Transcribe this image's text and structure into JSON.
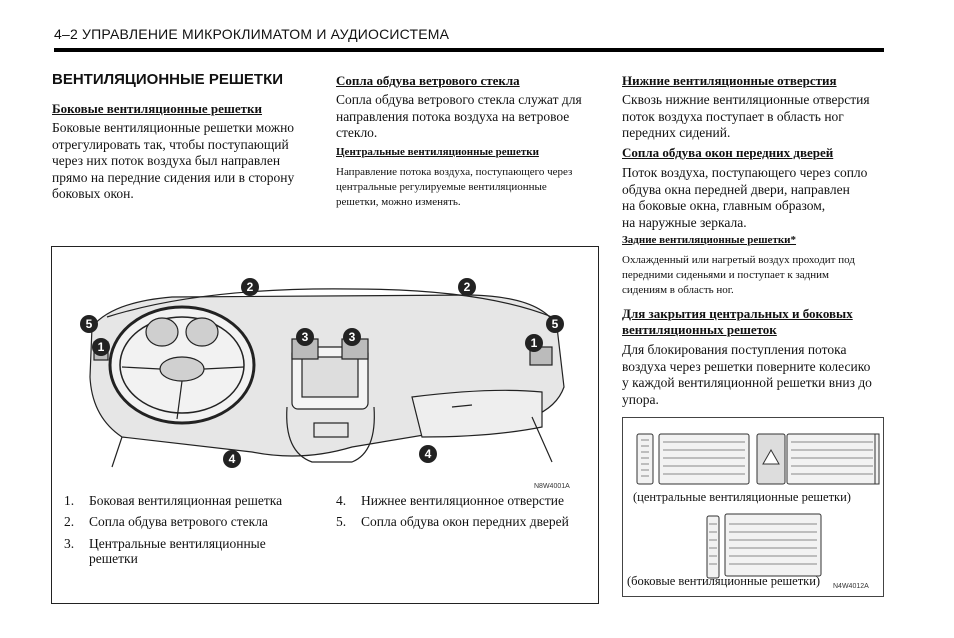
{
  "header": {
    "text": "4–2  УПРАВЛЕНИЕ МИКРОКЛИМАТОМ И АУДИОСИСТЕМА"
  },
  "col1": {
    "title": "ВЕНТИЛЯЦИОННЫЕ РЕШЕТКИ",
    "sub": "Боковые вентиляционные решетки",
    "lines": [
      "Боковые вентиляционные решетки можно",
      "отрегулировать так, чтобы поступающий",
      "через них поток воздуха был направлен",
      "прямо на передние сидения или в сторону",
      "боковых окон."
    ]
  },
  "col2": {
    "sub1": "Сопла обдува ветрового стекла",
    "lines1": [
      "Сопла обдува ветрового стекла служат для",
      "направления потока воздуха на ветровое",
      "стекло."
    ],
    "sub2": "Центральные вентиляционные решетки",
    "lines2": [
      "Направление потока воздуха, поступающего через",
      "центральные регулируемые вентиляционные",
      "решетки, можно изменять."
    ]
  },
  "col3": {
    "sub1": "Нижние вентиляционные отверстия",
    "lines1": [
      "Сквозь нижние вентиляционные отверстия",
      "поток воздуха поступает в область ног",
      "передних сидений."
    ],
    "sub2": "Сопла обдува окон передних дверей",
    "lines2": [
      "Поток воздуха, поступающего через сопло",
      "обдува окна передней двери, направлен",
      "на боковые окна, главным образом,",
      "на наружные зеркала."
    ],
    "sub3": "Задние вентиляционные решетки*",
    "lines3": [
      "Охлажденный или нагретый воздух проходит под",
      "передними сиденьями и поступает к задним",
      "сидениям в область ног."
    ],
    "sub4a": "Для закрытия центральных и боковых",
    "sub4b": "вентиляционных решеток",
    "lines4": [
      "Для блокирования поступления потока",
      "воздуха через решетки поверните колесико",
      "у каждой вентиляционной решетки вниз до",
      "упора."
    ]
  },
  "figure": {
    "code": "N8W4001A",
    "callouts": [
      "1",
      "2",
      "3",
      "4",
      "5"
    ],
    "legend": [
      {
        "num": "1.",
        "text": "Боковая вентиляционная решетка"
      },
      {
        "num": "2.",
        "text": "Сопла обдува ветрового стекла"
      },
      {
        "num": "3.",
        "text": "Центральные вентиляционные"
      },
      {
        "num": "",
        "text": "решетки"
      },
      {
        "num": "4.",
        "text": "Нижнее вентиляционное отверстие"
      },
      {
        "num": "5.",
        "text": "Сопла обдува окон передних дверей"
      }
    ]
  },
  "vents": {
    "cap_central": "(центральные вентиляционные решетки)",
    "cap_side": "(боковые вентиляционные решетки)",
    "code": "N4W4012A"
  }
}
